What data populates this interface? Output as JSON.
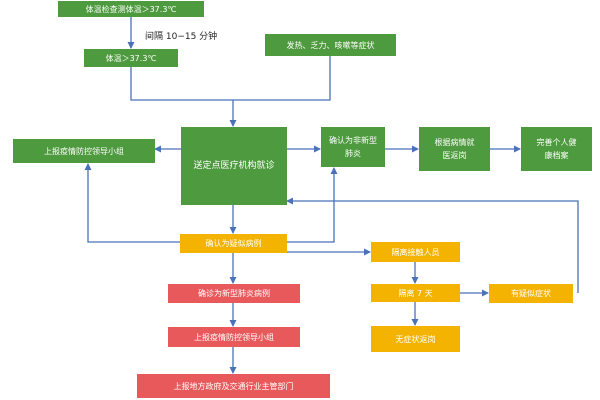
{
  "colors": {
    "green": "#4e9a3e",
    "amber": "#f5b301",
    "red": "#e8595b",
    "connector": "#4a72b8"
  },
  "nodes": {
    "temp_check": "体温检查测体温＞37.3℃",
    "interval_note": "间隔 10−15 分钟",
    "temp_recheck": "体温＞37.3℃",
    "symptoms": "发热、乏力、咳嗽等症状",
    "send_hospital": "送定点医疗机构就诊",
    "report_group_top": "上报疫情防控领导小组",
    "confirmed_non_covid": "确认为非新型肺炎",
    "seek_medical": "根据病情就医返岗",
    "health_file": "完善个人健康档案",
    "suspected_case": "确认为疑似病例",
    "isolate_contacts": "隔离接触人员",
    "isolate_7days": "隔离 7 天",
    "has_symptoms": "有疑似症状",
    "no_symptom_return": "无症状返岗",
    "diagnosed_covid": "确诊为新型肺炎病例",
    "report_group_bottom": "上报疫情防控领导小组",
    "report_gov": "上报地方政府及交通行业主管部门"
  }
}
